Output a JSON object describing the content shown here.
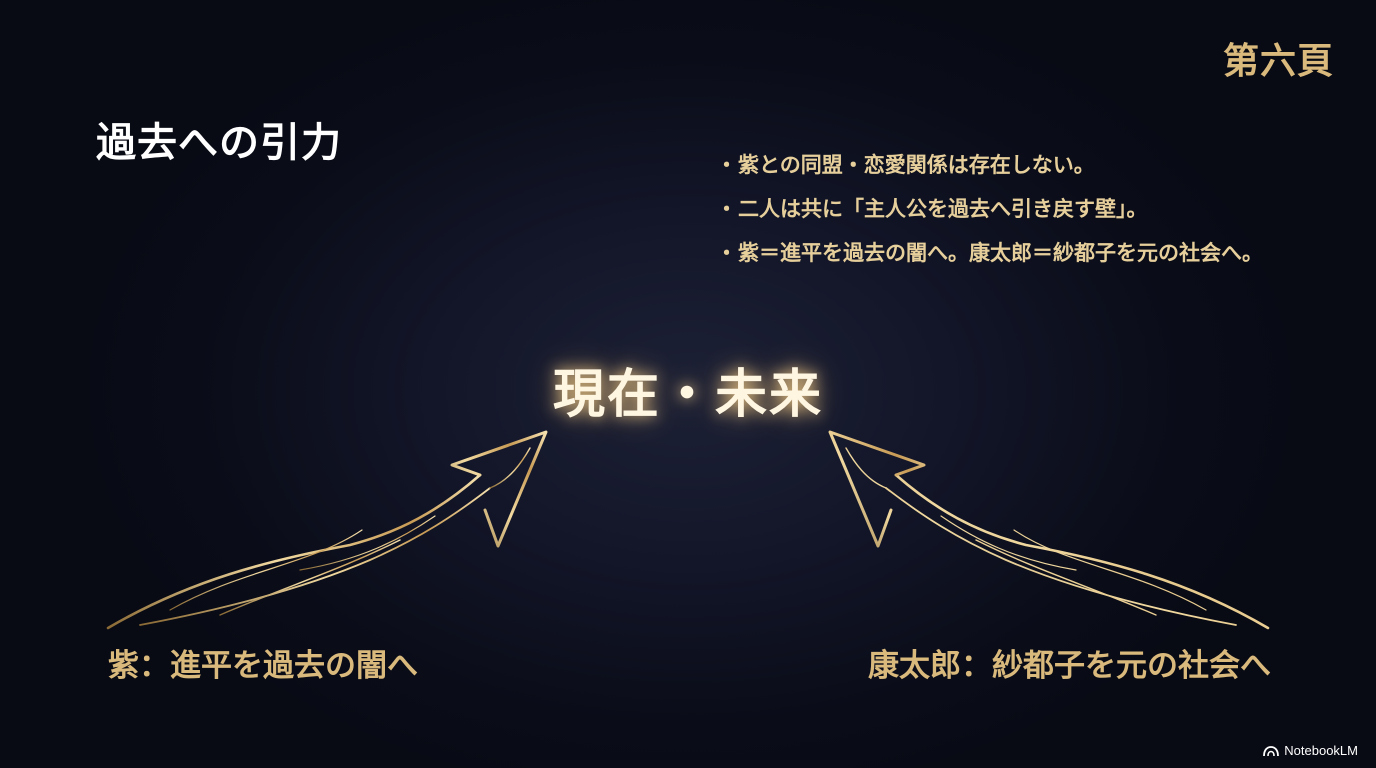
{
  "slide": {
    "page_label": "第六頁",
    "title": "過去への引力",
    "bullets": [
      "紫との同盟・恋愛関係は存在しない。",
      "二人は共に「主人公を過去へ引き戻す壁」。",
      "紫＝進平を過去の闇へ。康太郎＝紗都子を元の社会へ。"
    ],
    "bullet_marker": "・",
    "center_text": "現在・未来",
    "caption_left": "紫：進平を過去の闇へ",
    "caption_right": "康太郎：紗都子を元の社会へ"
  },
  "watermark": {
    "text": "NotebookLM",
    "icon": "notebooklm-logo-icon"
  },
  "colors": {
    "gold": "#d9b97c",
    "gold_light": "#e6cf9b",
    "title_white": "#ffffff",
    "background": "#0b0d1a"
  }
}
